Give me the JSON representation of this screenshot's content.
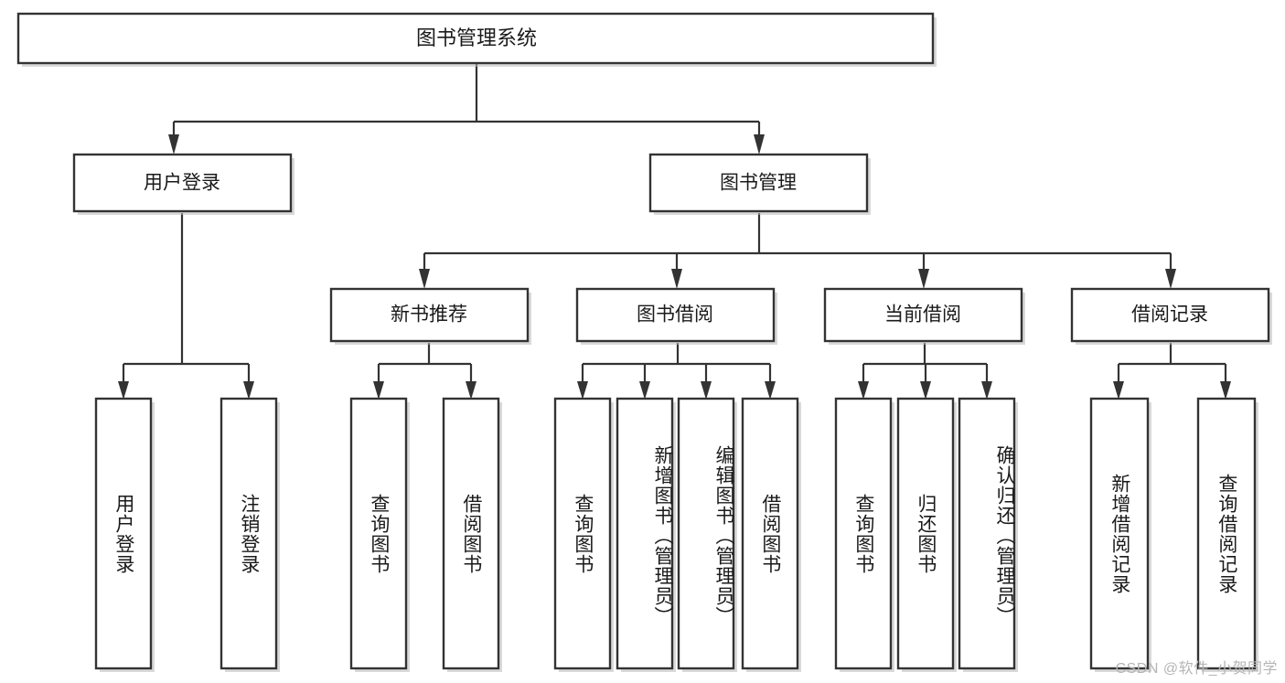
{
  "diagram": {
    "title": "图书管理系统",
    "type": "tree-hierarchy-chart",
    "colors": {
      "box_fill": "#ffffff",
      "box_stroke": "#333333",
      "text": "#1a1a1a",
      "shadow": "#b9b9b9",
      "background": "#ffffff",
      "watermark": "#b5b5b5"
    },
    "root": {
      "label": "图书管理系统"
    },
    "level2": [
      {
        "label": "用户登录"
      },
      {
        "label": "图书管理"
      }
    ],
    "level3": [
      {
        "label": "新书推荐"
      },
      {
        "label": "图书借阅"
      },
      {
        "label": "当前借阅"
      },
      {
        "label": "借阅记录"
      }
    ],
    "leaves": {
      "user_login": [
        {
          "label": "用户登录"
        },
        {
          "label": "注销登录"
        }
      ],
      "new_book_recommend": [
        {
          "label": "查询图书"
        },
        {
          "label": "借阅图书"
        }
      ],
      "book_borrow": [
        {
          "label": "查询图书"
        },
        {
          "label": "新增图书（管理员）"
        },
        {
          "label": "编辑图书（管理员）"
        },
        {
          "label": "借阅图书"
        }
      ],
      "current_borrow": [
        {
          "label": "查询图书"
        },
        {
          "label": "归还图书"
        },
        {
          "label": "确认归还（管理员）"
        }
      ],
      "borrow_record": [
        {
          "label": "新增借阅记录"
        },
        {
          "label": "查询借阅记录"
        }
      ]
    }
  },
  "watermark": {
    "text": "CSDN @软件_小贺同学"
  }
}
